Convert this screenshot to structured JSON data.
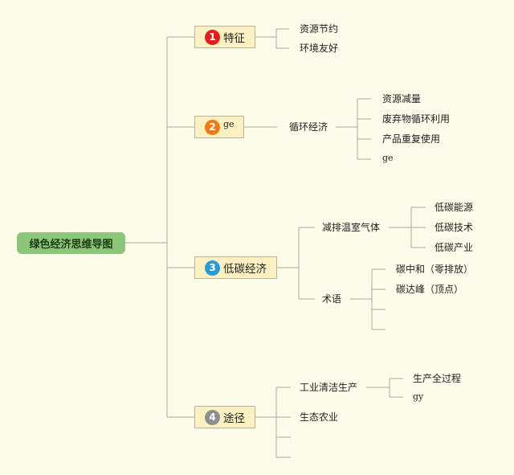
{
  "root": "绿色经济思维导图",
  "branches": [
    {
      "number": "1",
      "label": "特征",
      "children": [
        "资源节约",
        "环境友好"
      ]
    },
    {
      "number": "2",
      "label": "ge",
      "child": "循环经济",
      "leaves": [
        "资源减量",
        "废弃物循环利用",
        "产品重复使用",
        "ge"
      ]
    },
    {
      "number": "3",
      "label": "低碳经济",
      "groups": [
        {
          "label": "减排温室气体",
          "leaves": [
            "低碳能源",
            "低碳技术",
            "低碳产业"
          ]
        },
        {
          "label": "术语",
          "leaves": [
            "碳中和（零排放）",
            "碳达峰（顶点）"
          ]
        }
      ]
    },
    {
      "number": "4",
      "label": "途径",
      "groups": [
        {
          "label": "工业清洁生产",
          "leaves": [
            "生产全过程",
            "gy"
          ]
        },
        {
          "label": "生态农业"
        }
      ]
    }
  ],
  "colors": {
    "background": "#fdfbe9",
    "root_fill": "#8cc67a",
    "node_fill": "#fbf0c2",
    "badge_1": "#e0201a",
    "badge_2": "#ee7a16",
    "badge_3": "#2a9ad6",
    "badge_4": "#8e8e8e"
  },
  "icons": [
    "number-badge-1-icon",
    "number-badge-2-icon",
    "number-badge-3-icon",
    "number-badge-4-icon"
  ]
}
